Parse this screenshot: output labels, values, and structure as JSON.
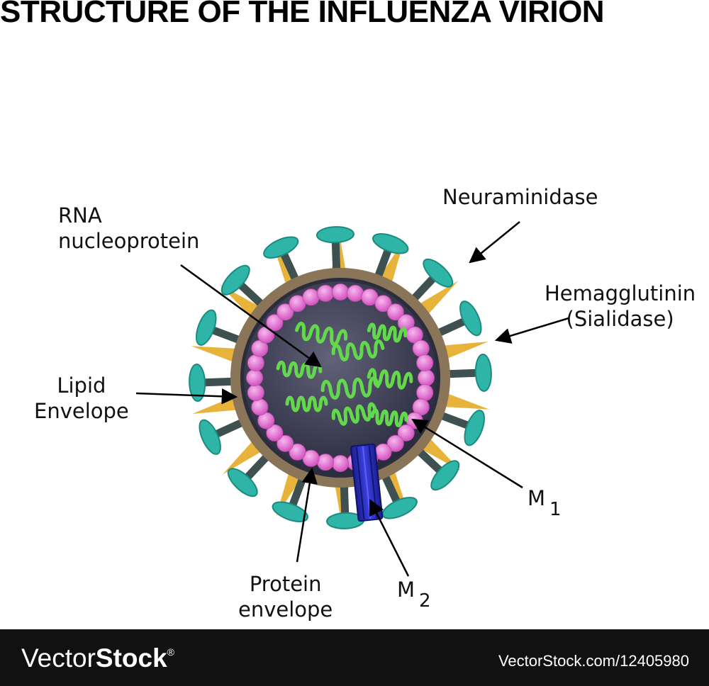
{
  "title": "STRUCTURE OF THE INFLUENZA VIRION",
  "labels": {
    "rna_line1": "RNA",
    "rna_line2": "nucleoprotein",
    "neuraminidase": "Neuraminidase",
    "hemagglutinin_line1": "Hemagglutinin",
    "hemagglutinin_line2": "(Sialidase)",
    "lipid_line1": "Lipid",
    "lipid_line2": "Envelope",
    "m1_letter": "M",
    "m1_sub": "1",
    "m2_letter": "M",
    "m2_sub": "2",
    "protein_line1": "Protein",
    "protein_line2": "envelope"
  },
  "colors": {
    "spike_teal": "#2fb5a8",
    "stalk_gray": "#3f5050",
    "spike_yellow": "#e8b33a",
    "envelope_tan": "#8a7558",
    "core_dark": "#3a3d52",
    "bead_pink": "#e07ad0",
    "rna_green": "#63d84c",
    "m2_blue": "#2a2fc0"
  },
  "footer": {
    "brand_regular": "Vector",
    "brand_bold": "Stock",
    "brand_mark": "®",
    "image_id": "VectorStock.com/12405980"
  }
}
